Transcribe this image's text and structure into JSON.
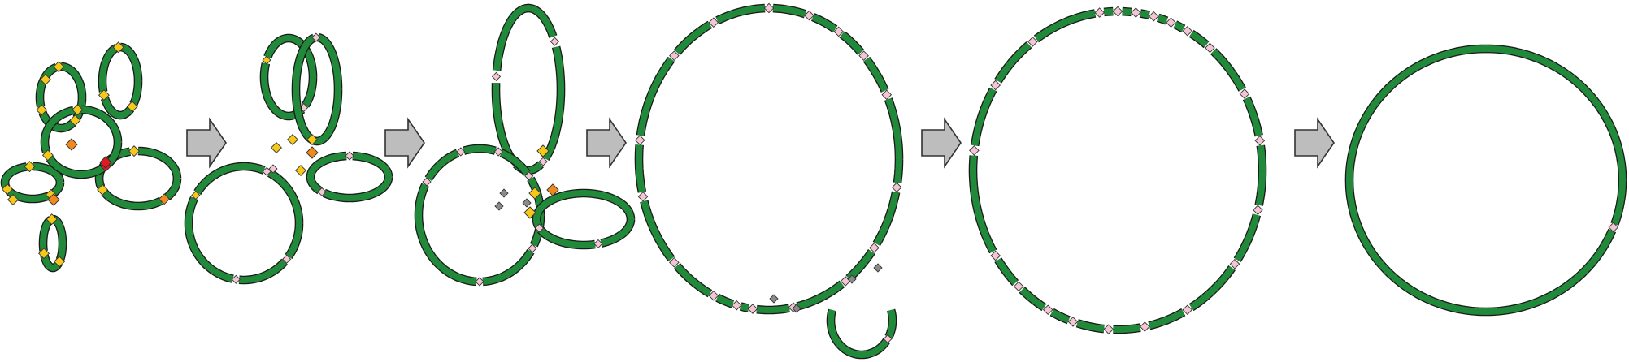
{
  "figure": {
    "description_free": true,
    "colors": {
      "segment": "#218a3a",
      "segment_outline": "#1a1a1a",
      "node_pink": "#f4c6d3",
      "node_yellow": "#f6c81a",
      "node_orange": "#f08a1c",
      "node_red": "#e01a22",
      "node_gray": "#8a8a8a",
      "arrow": "#bdbdbd"
    },
    "stages": [
      {
        "id": "stage-1",
        "node_colors": [
          "yellow",
          "orange",
          "red",
          "pink"
        ]
      },
      {
        "id": "stage-2",
        "node_colors": [
          "yellow",
          "orange",
          "pink"
        ]
      },
      {
        "id": "stage-3",
        "node_colors": [
          "yellow",
          "orange",
          "pink",
          "gray"
        ]
      },
      {
        "id": "stage-4",
        "node_colors": [
          "pink",
          "gray"
        ]
      },
      {
        "id": "stage-5",
        "node_colors": [
          "pink"
        ]
      },
      {
        "id": "stage-6",
        "node_colors": []
      }
    ],
    "arrows": [
      "arrow-1",
      "arrow-2",
      "arrow-3",
      "arrow-4",
      "arrow-5"
    ]
  }
}
